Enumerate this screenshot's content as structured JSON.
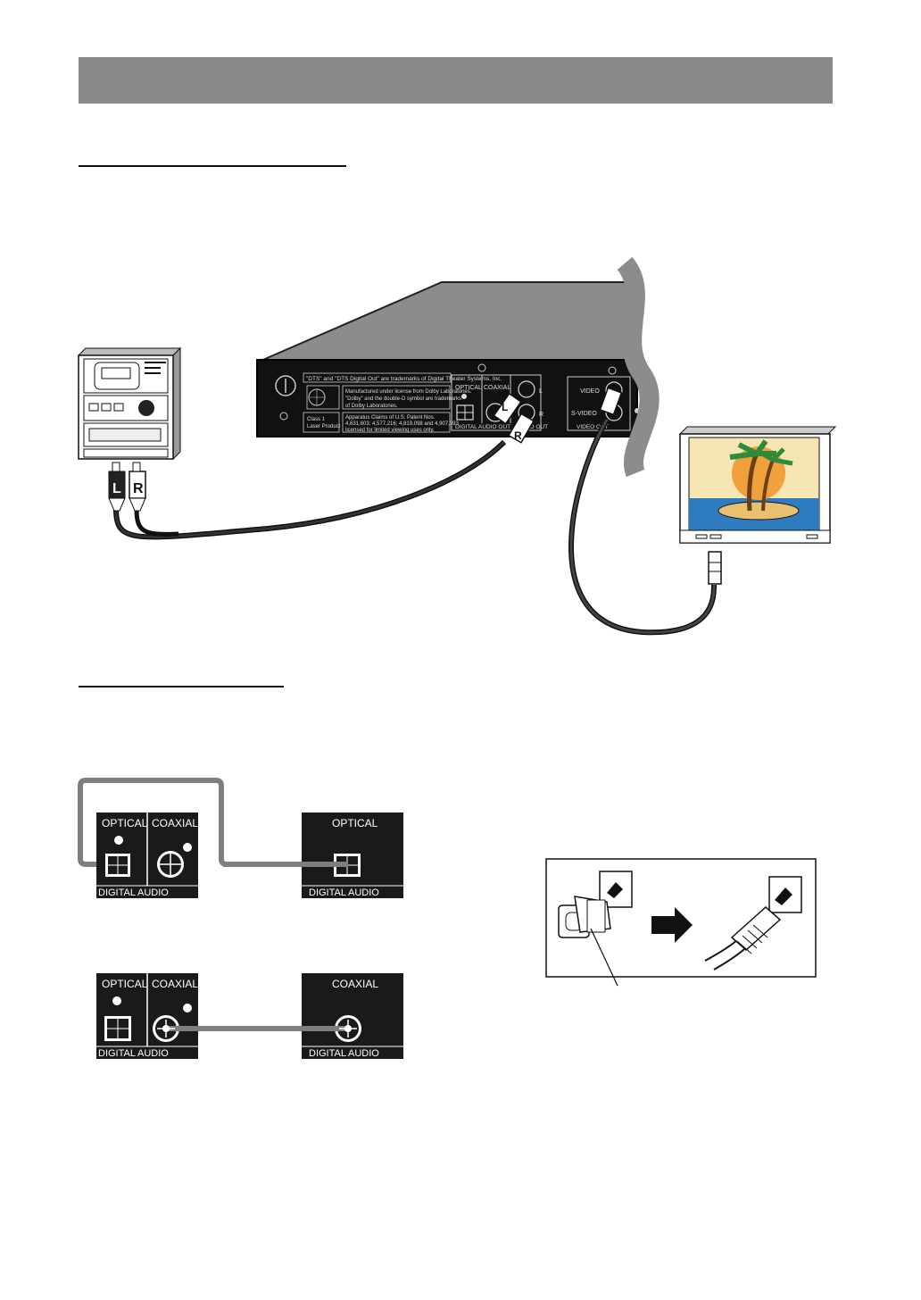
{
  "header": {
    "title": ""
  },
  "sections": {
    "stereo_heading": "",
    "digital_heading": ""
  },
  "panel": {
    "dts_notice": "\"DTS\" and \"DTS Digital Out\" are trademarks of Digital Theater Systems, Inc.",
    "dolby_notice_1": "Manufactured under license from Dolby Laboratories.",
    "dolby_notice_2": "\"Dolby\" and the double-D symbol are trademarks",
    "dolby_notice_3": "of Dolby Laboratories.",
    "patent_1": "Apparatus Claims of U.S. Patent Nos.",
    "patent_2": "4,631,603; 4,577,216; 4,819,098 and 4,907,093",
    "patent_3": "licensed for limited viewing uses only.",
    "laser_1": "Class 1",
    "laser_2": "Laser Product",
    "optical": "OPTICAL",
    "coaxial": "COAXIAL",
    "l": "L",
    "r": "R",
    "digital_audio_out": "DIGITAL AUDIO OUT",
    "audio_out": "AUDIO OUT",
    "video": "VIDEO",
    "s_video": "S-VIDEO",
    "video_out": "VIDEO OUT"
  },
  "stereo": {
    "l": "L",
    "r": "R"
  },
  "digital": {
    "optical": "OPTICAL",
    "coaxial": "COAXIAL",
    "digital_audio": "DIGITAL AUDIO"
  },
  "colors": {
    "header": "#8a8a8a",
    "cable": "#7f7f7f",
    "panel": "#1a1a1a"
  },
  "icons": [
    "dvd-player-icon",
    "stereo-system-icon",
    "tv-icon",
    "optical-plug-icon",
    "arrow-right-icon"
  ]
}
